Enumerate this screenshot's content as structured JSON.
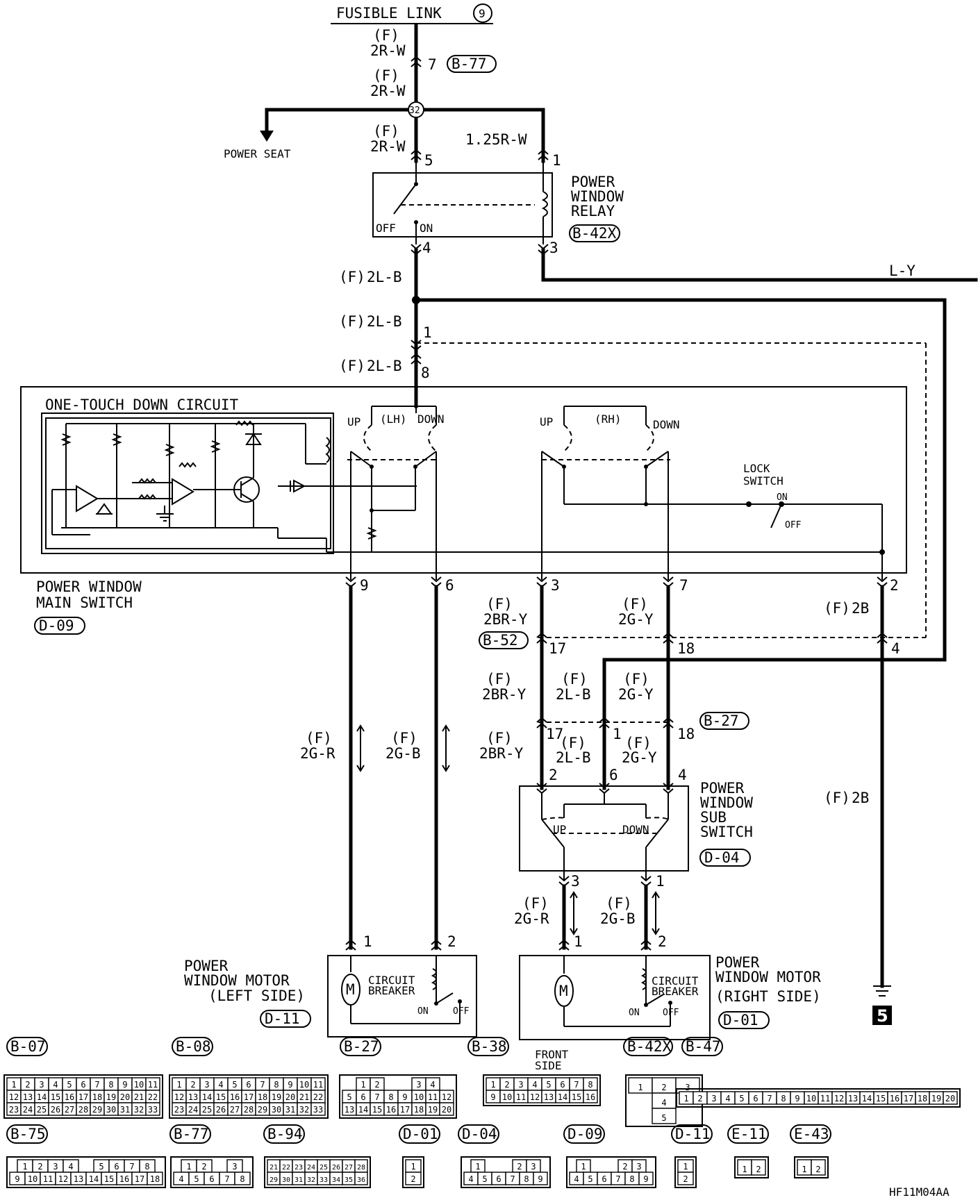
{
  "diagram_code": "HF11M04AA",
  "fusible_link": {
    "label": "FUSIBLE LINK",
    "number": "9"
  },
  "wires": {
    "w_2rw_a": "2R-W",
    "w_2rw_b": "2R-W",
    "w_2rw_c": "2R-W",
    "w_125rw": "1.25R-W",
    "w_2lb_a": "2L-B",
    "w_2lb_b": "2L-B",
    "w_2lb_c": "2L-B",
    "w_ly": "L-Y",
    "w_2gr_l": "2G-R",
    "w_2gb_l": "2G-B",
    "w_2bry_a": "2BR-Y",
    "w_2gy_a": "2G-Y",
    "w_2b_a": "2B",
    "w_2bry_b": "2BR-Y",
    "w_2lb_d": "2L-B",
    "w_2gy_b": "2G-Y",
    "w_2bry_c": "2BR-Y",
    "w_2lb_e": "2L-B",
    "w_2gy_c": "2G-Y",
    "w_2b_b": "2B",
    "w_2gr_r": "2G-R",
    "w_2gb_r": "2G-B",
    "f_prefix": "(F)"
  },
  "junction": "32",
  "power_seat": "POWER SEAT",
  "relay": {
    "name": [
      "POWER",
      "WINDOW",
      "RELAY"
    ],
    "code": "B-42X",
    "off": "OFF",
    "on": "ON"
  },
  "main_switch": {
    "name": [
      "POWER WINDOW",
      "MAIN SWITCH"
    ],
    "code": "D-09",
    "one_touch": "ONE-TOUCH DOWN CIRCUIT",
    "up": "UP",
    "down": "DOWN",
    "lh": "(LH)",
    "rh": "(RH)",
    "lock_switch": [
      "LOCK",
      "SWITCH"
    ],
    "on": "ON",
    "off": "OFF"
  },
  "connector_b77": "B-77",
  "connector_b52": "B-52",
  "connector_b27": "B-27",
  "sub_switch": {
    "name": [
      "POWER",
      "WINDOW",
      "SUB",
      "SWITCH"
    ],
    "code": "D-04",
    "up": "UP",
    "down": "DOWN"
  },
  "motor_left": {
    "name": [
      "POWER",
      "WINDOW MOTOR",
      "(LEFT SIDE)"
    ],
    "code": "D-11",
    "cb": [
      "CIRCUIT",
      "BREAKER"
    ],
    "on": "ON",
    "off": "OFF",
    "m": "M"
  },
  "motor_right": {
    "name": [
      "POWER",
      "WINDOW MOTOR",
      "(RIGHT SIDE)"
    ],
    "code": "D-01",
    "cb": [
      "CIRCUIT",
      "BREAKER"
    ],
    "on": "ON",
    "off": "OFF",
    "m": "M"
  },
  "ground_number": "5",
  "pins": {
    "p7": "7",
    "p5": "5",
    "p1a": "1",
    "p4": "4",
    "p3": "3",
    "p1b": "1",
    "p8": "8",
    "p9": "9",
    "p6": "6",
    "p3b": "3",
    "p7b": "7",
    "p2": "2",
    "p17": "17",
    "p18": "18",
    "p4b": "4",
    "p17b": "17",
    "p1c": "1",
    "p18b": "18",
    "p2b": "2",
    "p6b": "6",
    "p4c": "4",
    "p3c": "3",
    "p1d": "1",
    "p1e": "1",
    "p2c": "2",
    "p1f": "1",
    "p2d": "2"
  },
  "connectors": {
    "c_b07": "B-07",
    "c_b08": "B-08",
    "c_b27": "B-27",
    "c_b38": "B-38",
    "c_b42x": "B-42X",
    "c_b47": "B-47",
    "c_b75": "B-75",
    "c_b77": "B-77",
    "c_b94": "B-94",
    "c_d01": "D-01",
    "c_d04": "D-04",
    "c_d09": "D-09",
    "c_d11": "D-11",
    "c_e11": "E-11",
    "c_e43": "E-43",
    "front_side": [
      "FRONT",
      "SIDE"
    ]
  },
  "pinouts": {
    "b07": [
      [
        "1",
        "2",
        "3",
        "4",
        "5",
        "6",
        "7",
        "8",
        "9",
        "10",
        "11"
      ],
      [
        "12",
        "13",
        "14",
        "15",
        "16",
        "17",
        "18",
        "19",
        "20",
        "21",
        "22"
      ],
      [
        "23",
        "24",
        "25",
        "26",
        "27",
        "28",
        "29",
        "30",
        "31",
        "32",
        "33"
      ]
    ],
    "b08": [
      [
        "1",
        "2",
        "3",
        "4",
        "5",
        "6",
        "7",
        "8",
        "9",
        "10",
        "11"
      ],
      [
        "12",
        "13",
        "14",
        "15",
        "16",
        "17",
        "18",
        "19",
        "20",
        "21",
        "22"
      ],
      [
        "23",
        "24",
        "25",
        "26",
        "27",
        "28",
        "29",
        "30",
        "31",
        "32",
        "33"
      ]
    ],
    "b27": [
      [
        "1",
        "2",
        "",
        "",
        "3",
        "4"
      ],
      [
        "5",
        "6",
        "7",
        "8",
        "9",
        "10",
        "11",
        "12"
      ],
      [
        "13",
        "14",
        "15",
        "16",
        "17",
        "18",
        "19",
        "20"
      ]
    ],
    "b38": [
      [
        "1",
        "2",
        "3",
        "4",
        "5",
        "6",
        "7",
        "8"
      ],
      [
        "9",
        "10",
        "11",
        "12",
        "13",
        "14",
        "15",
        "16"
      ]
    ],
    "b42x": [
      [
        "1",
        "2",
        "3"
      ],
      [
        "4"
      ],
      [
        "5"
      ]
    ],
    "b47": [
      [
        "1",
        "2",
        "3",
        "4",
        "5",
        "6",
        "7",
        "8",
        "9",
        "10",
        "11",
        "12",
        "13",
        "14",
        "15",
        "16",
        "17",
        "18",
        "19",
        "20"
      ]
    ],
    "b75": [
      [
        "1",
        "2",
        "3",
        "4",
        "",
        "5",
        "6",
        "7",
        "8"
      ],
      [
        "9",
        "10",
        "11",
        "12",
        "13",
        "14",
        "15",
        "16",
        "17",
        "18"
      ]
    ],
    "b77": [
      [
        "1",
        "2",
        "",
        "3"
      ],
      [
        "4",
        "5",
        "6",
        "7",
        "8"
      ]
    ],
    "b94": [
      [
        "21",
        "22",
        "23",
        "24",
        "25",
        "26",
        "27",
        "28"
      ],
      [
        "29",
        "30",
        "31",
        "32",
        "33",
        "34",
        "35",
        "36"
      ]
    ],
    "d01": [
      [
        "1"
      ],
      [
        "2"
      ]
    ],
    "d04": [
      [
        "1",
        "",
        "",
        "2",
        "3"
      ],
      [
        "4",
        "5",
        "6",
        "7",
        "8",
        "9"
      ]
    ],
    "d09": [
      [
        "1",
        "",
        "",
        "2",
        "3"
      ],
      [
        "4",
        "5",
        "6",
        "7",
        "8",
        "9"
      ]
    ],
    "d11": [
      [
        "1"
      ],
      [
        "2"
      ]
    ],
    "e11": [
      [
        "1",
        "2"
      ]
    ],
    "e43": [
      [
        "1",
        "2"
      ]
    ]
  }
}
